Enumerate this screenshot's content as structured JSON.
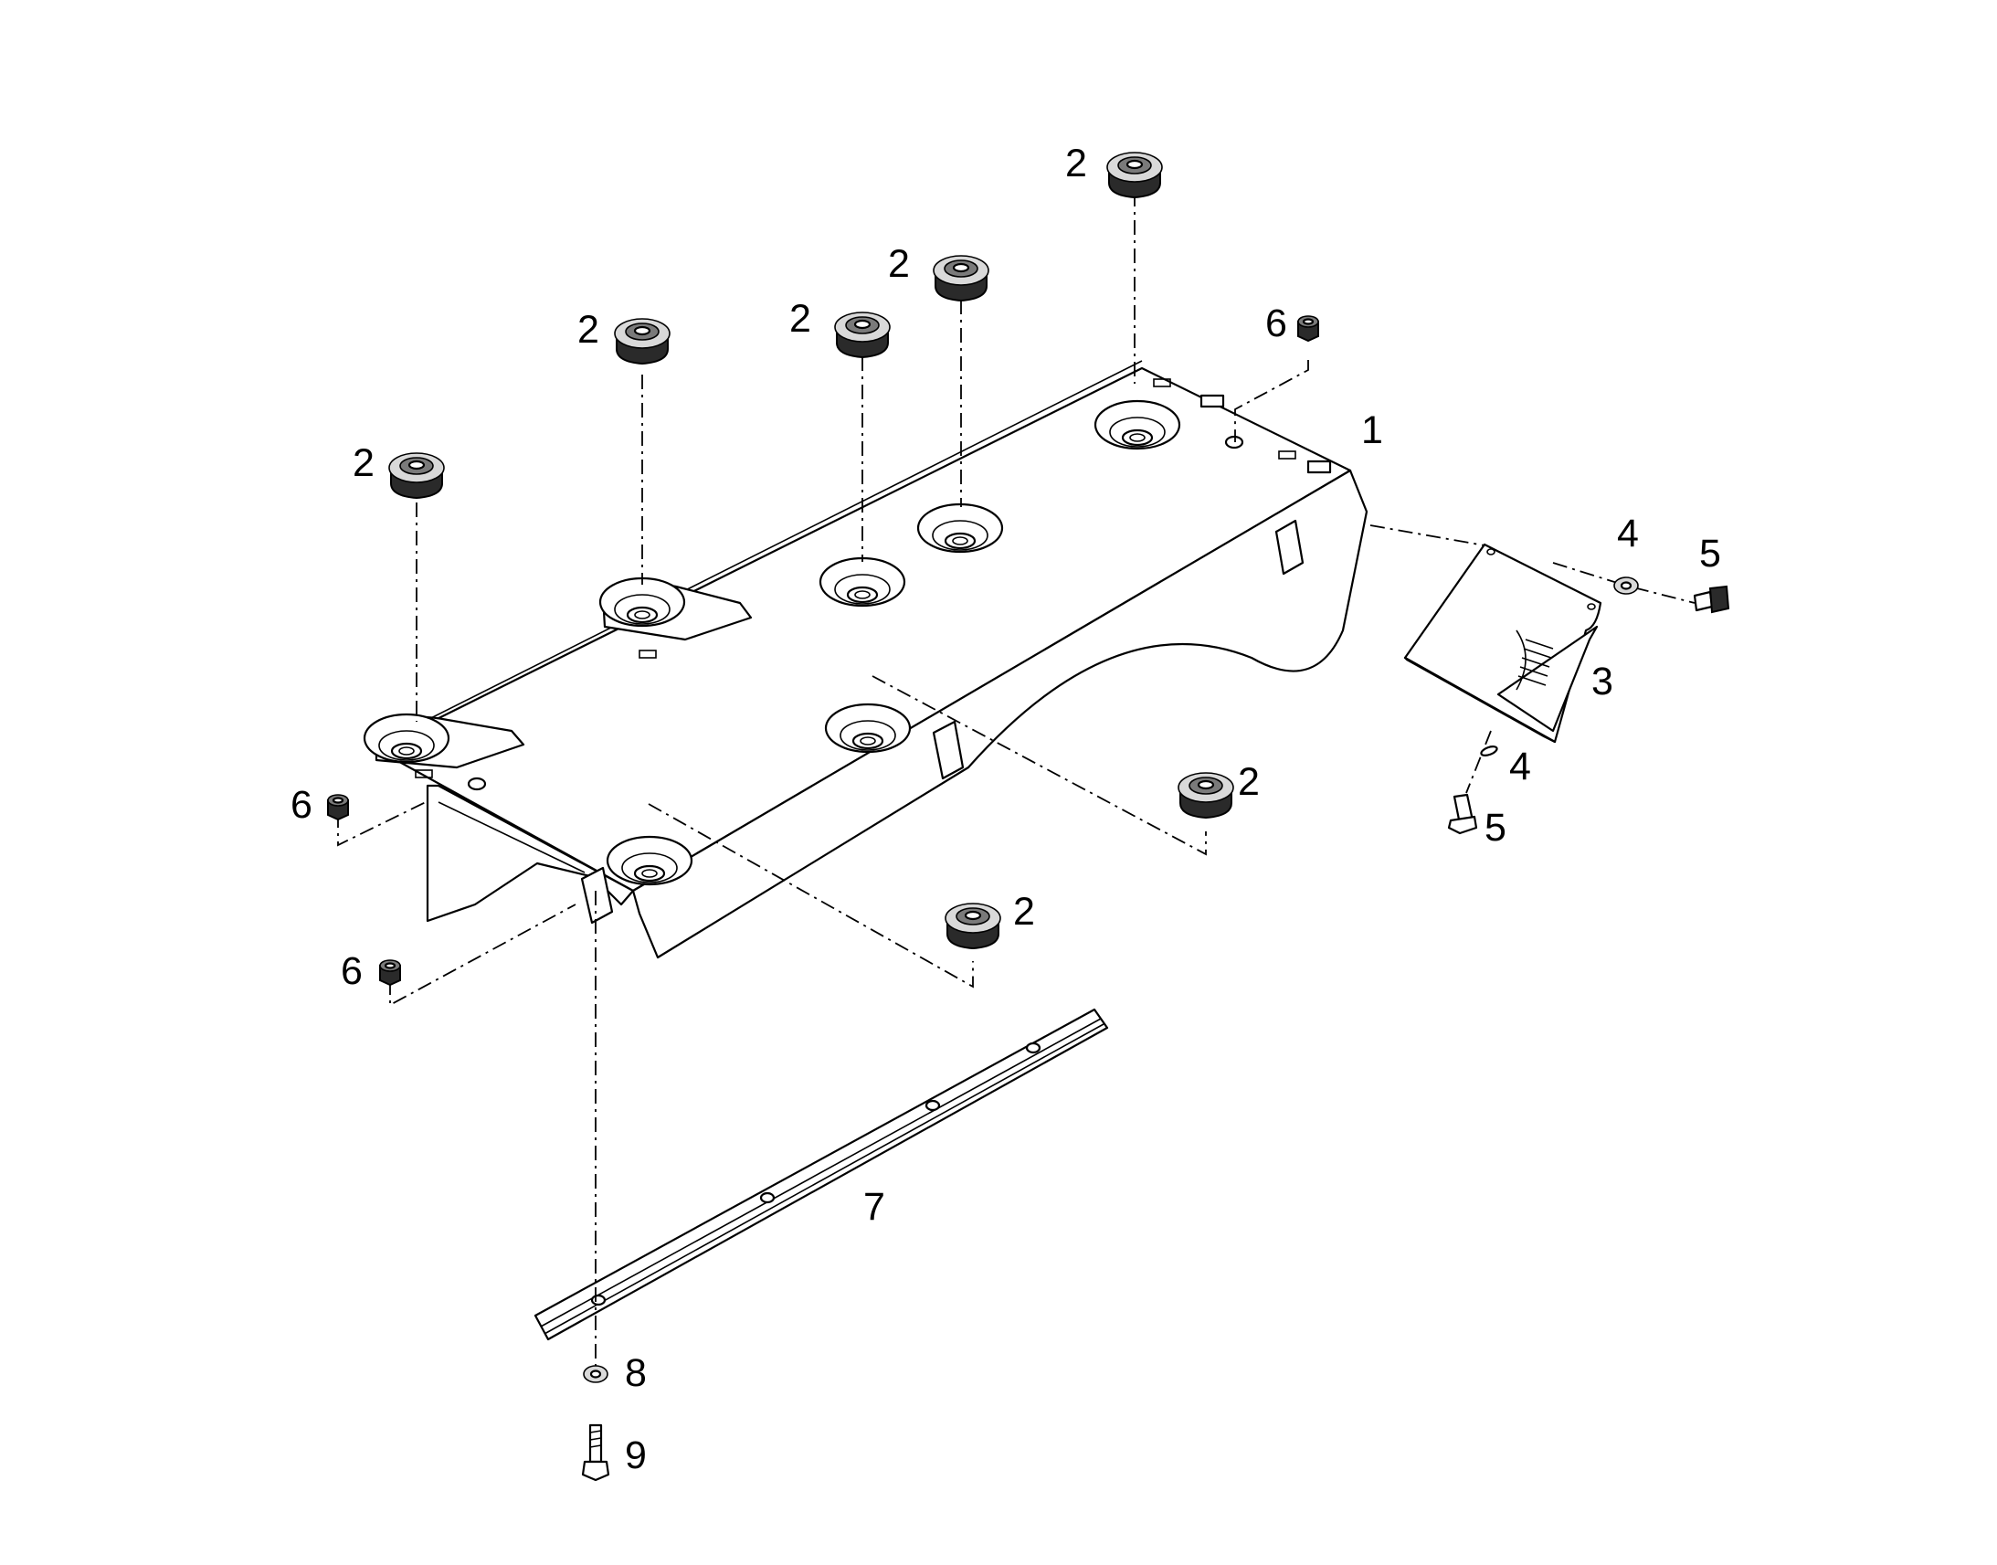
{
  "callouts": {
    "item_1": "1",
    "item_2": "2",
    "item_3": "3",
    "item_4": "4",
    "item_5": "5",
    "item_6": "6",
    "item_7": "7",
    "item_8": "8",
    "item_9": "9"
  },
  "icons": {
    "mount": "rubber-mount-icon",
    "nut": "hex-nut-icon",
    "washer": "washer-icon",
    "bolt": "hex-bolt-icon"
  },
  "colors": {
    "line": "#000000",
    "background": "#ffffff"
  }
}
